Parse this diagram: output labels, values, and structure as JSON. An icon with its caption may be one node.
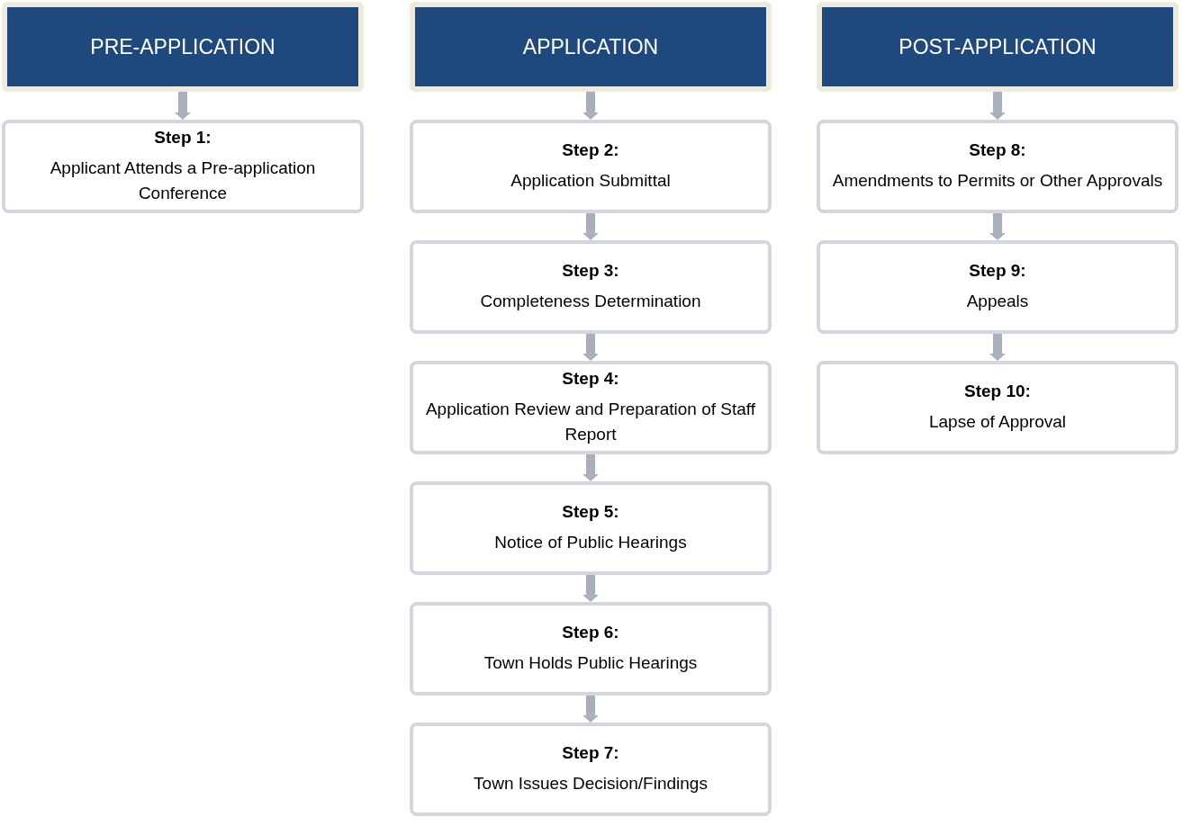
{
  "diagram": {
    "nodes": [
      {
        "text": [
          "PRE-APPLICATION"
        ]
      },
      {
        "text": [
          "Step 1:",
          "Applicant Attends a Pre-application Conference"
        ]
      },
      {
        "text": [
          "APPLICATION"
        ]
      },
      {
        "text": [
          "Step 2:",
          "Application Submittal"
        ]
      },
      {
        "text": [
          "Step 3:",
          "Completeness Determination"
        ]
      },
      {
        "text": [
          "Step 4:",
          "Application Review and Preparation of Staff Report"
        ]
      },
      {
        "text": [
          "Step 5:",
          "Notice of Public Hearings"
        ]
      },
      {
        "text": [
          "Step 6:",
          "Town Holds Public Hearings"
        ]
      },
      {
        "text": [
          "Step 7:",
          "Town Issues Decision/Findings"
        ]
      },
      {
        "text": [
          "POST-APPLICATION"
        ]
      },
      {
        "text": [
          "Step 8:",
          "Amendments to Permits or Other Approvals"
        ]
      },
      {
        "text": [
          "Step 9:",
          "Appeals"
        ]
      },
      {
        "text": [
          "Step 10:",
          "Lapse of Approval"
        ]
      }
    ],
    "edges": [
      {
        "from": 0,
        "to": 1,
        "arrow": "to"
      },
      {
        "from": 2,
        "to": 3,
        "arrow": "to"
      },
      {
        "from": 3,
        "to": 4,
        "arrow": "to"
      },
      {
        "from": 4,
        "to": 5,
        "arrow": "to"
      },
      {
        "from": 5,
        "to": 6,
        "arrow": "to"
      },
      {
        "from": 6,
        "to": 7,
        "arrow": "to"
      },
      {
        "from": 7,
        "to": 8,
        "arrow": "to"
      },
      {
        "from": 9,
        "to": 10,
        "arrow": "to"
      },
      {
        "from": 10,
        "to": 11,
        "arrow": "to"
      },
      {
        "from": 11,
        "to": 12,
        "arrow": "to"
      }
    ]
  }
}
